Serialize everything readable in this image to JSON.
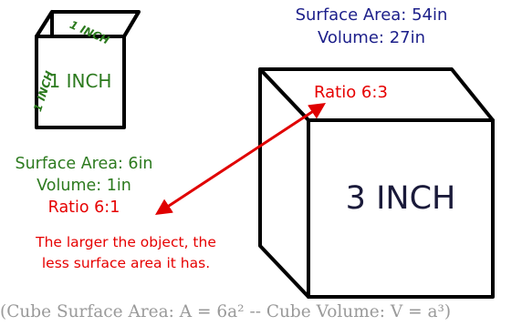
{
  "small_cube": {
    "top_label": "1 INCH",
    "side_label": "1 INCH",
    "front_label": "1 INCH",
    "surface_area": "Surface Area: 6in",
    "volume": "Volume: 1in",
    "ratio": "Ratio 6:1"
  },
  "large_cube": {
    "surface_area": "Surface Area: 54in",
    "volume": "Volume: 27in",
    "ratio": "Ratio 6:3",
    "front_label": "3 INCH"
  },
  "note": {
    "line1": "The larger the object, the",
    "line2": "less surface area it has."
  },
  "formula": "(Cube Surface Area: A = 6a² -- Cube Volume: V = a³)",
  "colors": {
    "green_text": "#2c7a1e",
    "red_text": "#e60000",
    "navy_text": "#1c1f8a",
    "arrow": "#e00000"
  }
}
